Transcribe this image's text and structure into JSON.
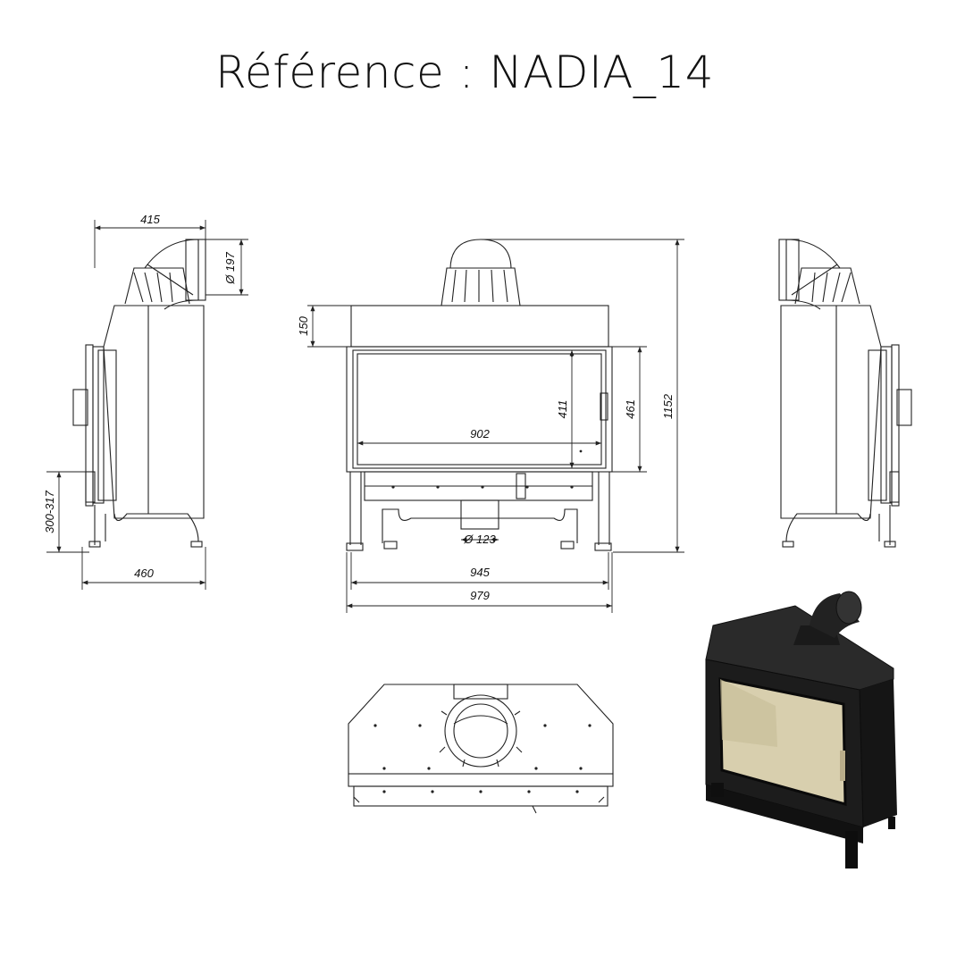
{
  "title": "Référence : NADIA_14",
  "dimensions": {
    "side_depth_top": "415",
    "flue_diameter": "Ø 197",
    "side_base_depth": "460",
    "leg_height": "300-317",
    "front_top_height": "150",
    "glass_height": "411",
    "door_height": "461",
    "total_height": "1152",
    "glass_width": "902",
    "air_inlet_diameter": "Ø 123",
    "body_width": "945",
    "total_width": "979"
  },
  "colors": {
    "line": "#222222",
    "body_3d": "#1b1b1b",
    "glass_3d": "#d8cfae"
  }
}
